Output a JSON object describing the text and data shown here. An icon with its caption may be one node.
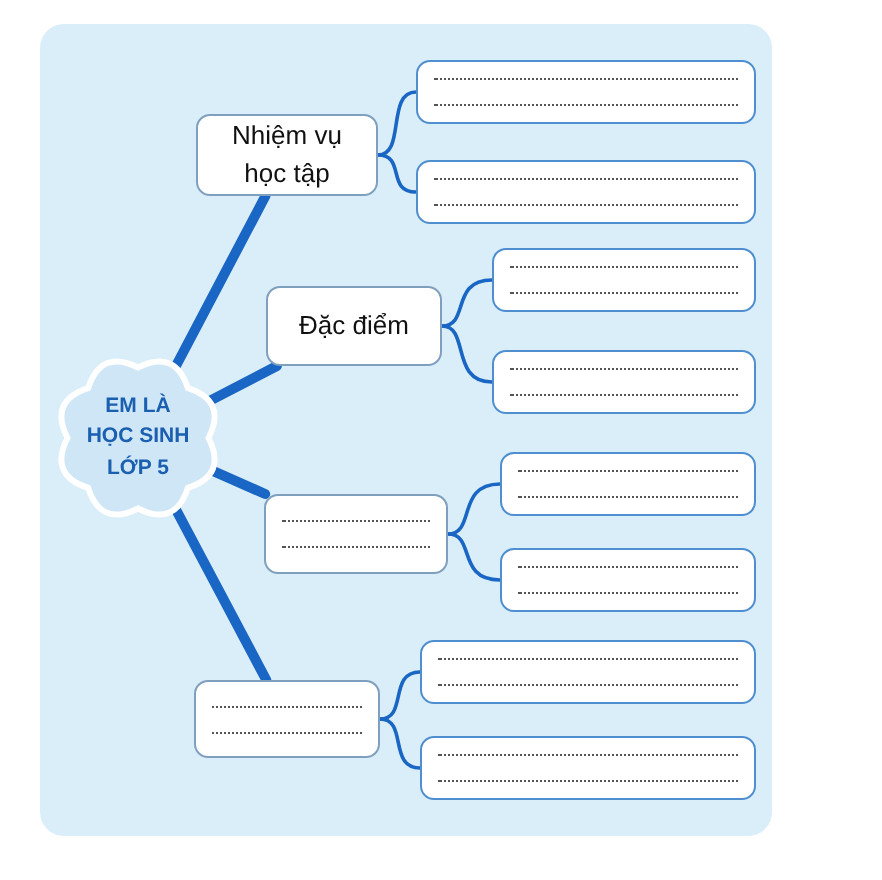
{
  "diagram": {
    "nodes": [
      {
        "text": [
          "EM LÀ HỌC SINH LỚP 5"
        ]
      },
      {
        "text": [
          "Nhiệm vụ học tập"
        ]
      },
      {
        "text": [],
        "shape": "box"
      },
      {
        "text": [],
        "shape": "box"
      },
      {
        "text": [
          "Đặc điểm"
        ]
      },
      {
        "text": [],
        "shape": "box"
      },
      {
        "text": [],
        "shape": "box"
      },
      {
        "text": [],
        "shape": "box"
      },
      {
        "text": [],
        "shape": "box"
      },
      {
        "text": [],
        "shape": "box"
      },
      {
        "text": [],
        "shape": "box"
      },
      {
        "text": [],
        "shape": "box"
      },
      {
        "text": [],
        "shape": "box"
      }
    ],
    "edges": [
      {
        "from": 0,
        "to": 1,
        "arrow": "none",
        "style": "thick"
      },
      {
        "from": 0,
        "to": 4,
        "arrow": "none",
        "style": "thick"
      },
      {
        "from": 0,
        "to": 7,
        "arrow": "none",
        "style": "thick"
      },
      {
        "from": 0,
        "to": 10,
        "arrow": "none",
        "style": "thick"
      },
      {
        "from": 1,
        "to": 2,
        "arrow": "none"
      },
      {
        "from": 1,
        "to": 3,
        "arrow": "none"
      },
      {
        "from": 4,
        "to": 5,
        "arrow": "none"
      },
      {
        "from": 4,
        "to": 6,
        "arrow": "none"
      },
      {
        "from": 7,
        "to": 8,
        "arrow": "none"
      },
      {
        "from": 7,
        "to": 9,
        "arrow": "none"
      },
      {
        "from": 10,
        "to": 11,
        "arrow": "none"
      },
      {
        "from": 10,
        "to": 12,
        "arrow": "none"
      }
    ]
  }
}
